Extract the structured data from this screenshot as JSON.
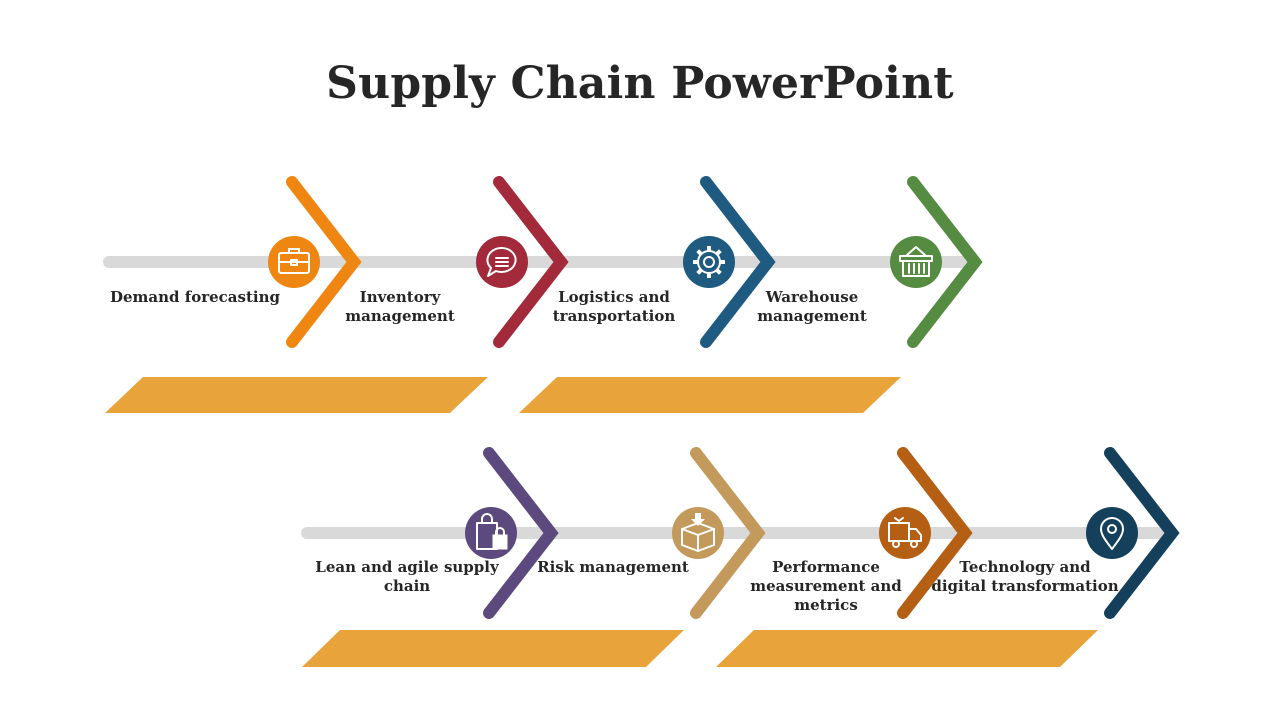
{
  "title": "Supply Chain PowerPoint",
  "colors": {
    "track": "#d9d9d9",
    "band": "#e8a33a",
    "text": "#262626",
    "icon_glyph": "#ffffff"
  },
  "steps": [
    {
      "label": "Demand forecasting",
      "color": "#ef8612",
      "icon": "briefcase-icon"
    },
    {
      "label": "Inventory management",
      "color": "#a22a3b",
      "icon": "chat-bubble-icon"
    },
    {
      "label": "Logistics and transportation",
      "color": "#1f5a80",
      "icon": "gear-icon"
    },
    {
      "label": "Warehouse management",
      "color": "#568b42",
      "icon": "basket-icon"
    },
    {
      "label": "Lean and agile supply chain",
      "color": "#5c4a7e",
      "icon": "shopping-bag-icon"
    },
    {
      "label": "Risk management",
      "color": "#c49a5c",
      "icon": "package-box-icon"
    },
    {
      "label": "Performance measurement and metrics",
      "color": "#b45f14",
      "icon": "delivery-truck-icon"
    },
    {
      "label": "Technology and digital transformation",
      "color": "#15405c",
      "icon": "location-pin-icon"
    }
  ]
}
